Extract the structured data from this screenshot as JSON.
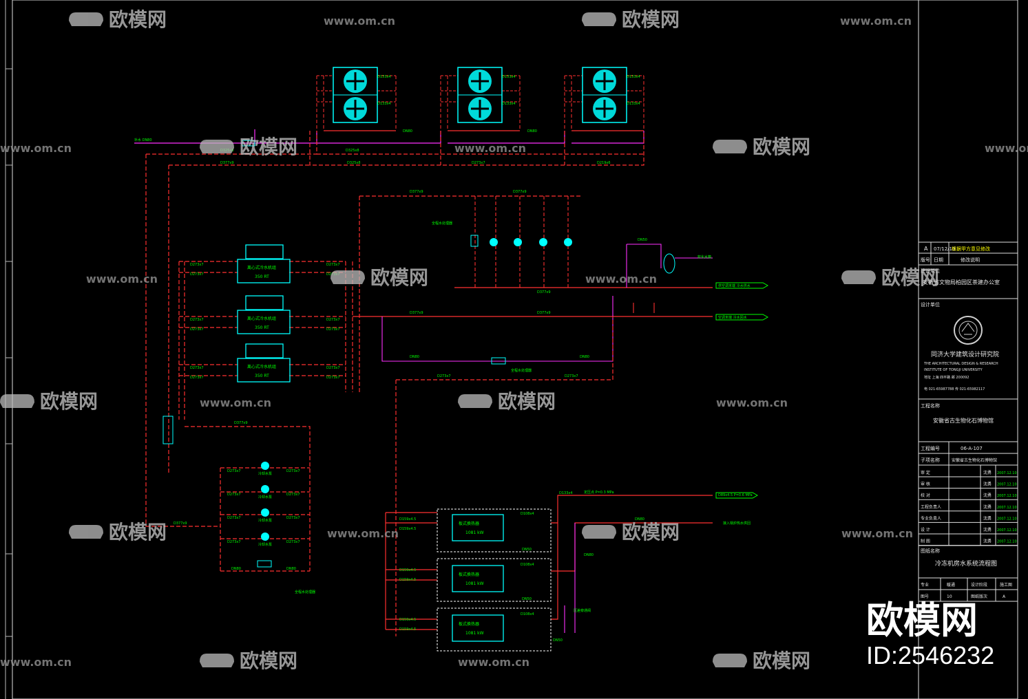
{
  "colors": {
    "background": "#000000",
    "supply_pipe": "#ff2020",
    "return_pipe": "#ff3030",
    "makeup_water_pipe": "#ff30ff",
    "text_green": "#00ff00",
    "equipment_cyan": "#00ffff",
    "frame_white": "#e0e0e0",
    "title_yellow": "#ffff00"
  },
  "watermark": {
    "logo_text": "欧模网",
    "url_text": "www.om.cn",
    "big_text": "欧模网",
    "id_text": "ID:2546232"
  },
  "pipe_labels": {
    "dn80": "DN80",
    "dn50": "DN50",
    "d325x8": "D325x8",
    "d377x9": "D377x9",
    "d273x7": "D273x7",
    "d219x6": "D219x6",
    "d133x4": "D133x4",
    "d159x4_5": "D159x4.5",
    "d108x4": "D108x4",
    "d89x4_5": "D89x4.5",
    "makeup": "补水 DN80",
    "press1": "定压点 P=0.3 MPa",
    "press2": "D89x4.5 P=0.6 MPa",
    "chiller_cap": "350 RT",
    "hx_cap": "1081 kW",
    "hx_name": "板式换热器",
    "chiller_name": "离心式冷水机组",
    "pump_label": "冷冻水泵",
    "cw_pump_label": "冷却水泵",
    "filter_label": "全程水处理器",
    "to_ahu_supply": "供空调末端 冷水供水",
    "to_ahu_return": "空调末端 冷水回水",
    "heat_supply": "接入锅炉热水供回",
    "to_hx_note": "至空调机组热水",
    "softener": "软化水箱",
    "bypass": "压差旁通阀",
    "expansion": "定压补水装置"
  },
  "title_block": {
    "rev_no": "A",
    "rev_date": "07/12/10",
    "rev_desc": "根据甲方意见修改",
    "rev_col1": "版号",
    "rev_col2": "日期",
    "rev_col3": "修改说明",
    "client_label": "建设单位",
    "client_name": "安徽省文物局柏园区茶建办公室",
    "designer_label": "设计单位",
    "institute_name": "同济大学建筑设计研究院",
    "institute_en": "THE ARCHITECTURAL DESIGN & RESEARCH",
    "institute_en2": "INSTITUTE OF TONGJI UNIVERSITY",
    "institute_addr": "地址 上海 四平路  邮 200092",
    "institute_tel": "电 021-65987788  传 021-65982117",
    "project_label": "工程名称",
    "project_name": "安徽省古生物化石博物馆",
    "proj_no_label": "工程编号",
    "proj_no": "06-A-107",
    "sub_label": "子项名称",
    "sub_name": "安徽省古生物化石博物馆",
    "roles": [
      {
        "role": "审 定",
        "name": "沈勇",
        "date": "2007.12.10"
      },
      {
        "role": "审 核",
        "name": "沈勇",
        "date": "2007.12.10"
      },
      {
        "role": "校 对",
        "name": "沈勇",
        "date": "2007.12.10"
      },
      {
        "role": "工程负责人",
        "name": "沈勇",
        "date": "2007.12.10"
      },
      {
        "role": "专业负责人",
        "name": "沈勇",
        "date": "2007.12.10"
      },
      {
        "role": "设 计",
        "name": "沈勇",
        "date": "2007.12.10"
      },
      {
        "role": "制 图",
        "name": "沈勇",
        "date": "2007.12.10"
      }
    ],
    "drawing_label": "图纸名称",
    "drawing_name": "冷冻机房水系统流程图",
    "bottom_r1": [
      "专业",
      "暖通",
      "设计阶段",
      "施工图"
    ],
    "bottom_r2": [
      "图号",
      "10",
      "图纸版次",
      "A"
    ]
  }
}
